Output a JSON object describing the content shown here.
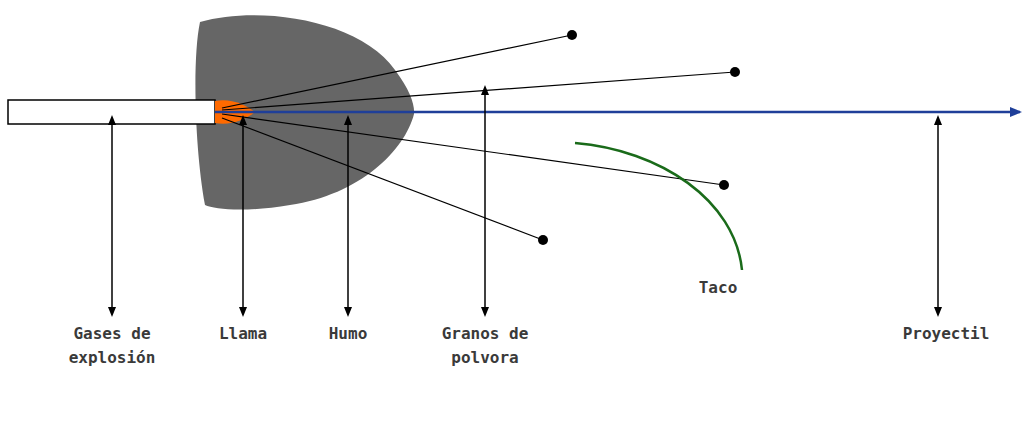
{
  "diagram": {
    "labels": [
      "Gases de explosión",
      "Llama",
      "Humo",
      "Granos de polvora",
      "Taco",
      "Proyectil"
    ]
  }
}
